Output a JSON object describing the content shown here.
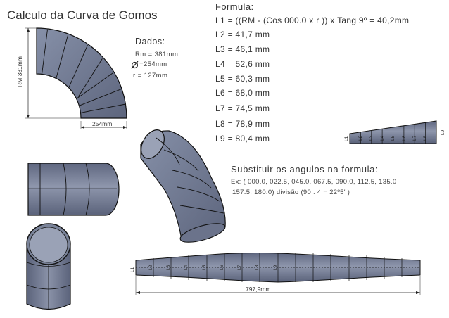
{
  "title": "Calculo da Curva de Gomos",
  "dados": {
    "heading": "Dados:",
    "rm": "Rm = 381mm",
    "phi": "=254mm",
    "r": "r = 127mm"
  },
  "formula": {
    "heading": "Formula:",
    "lines": [
      "L1 = ((RM - (Cos 000.0 x r )) x Tang 9º = 40,2mm",
      "L2 = 41,7 mm",
      "L3 = 46,1 mm",
      "L4 = 52,6 mm",
      "L5 = 60,3 mm",
      "L6 = 68,0 mm",
      "L7 = 74,5 mm",
      "L8 = 78,9 mm",
      "L9 = 80,4 mm"
    ]
  },
  "substituir": {
    "heading": "Substituir os angulos na formula:",
    "line1": "Ex: ( 000.0, 022.5, 045.0, 067.5, 090.0, 112.5, 135.0",
    "line2": "157.5, 180.0) divisão (90 : 4 = 22º5' )"
  },
  "elbow_dims": {
    "rm_label": "RM 381mm",
    "width_label": "254mm"
  },
  "template_small": {
    "labels": [
      "L1",
      "L2",
      "L3",
      "L4",
      "L5",
      "L6",
      "L7",
      "L8",
      "L9"
    ]
  },
  "template_large": {
    "labels": [
      "L1",
      "L2",
      "L3",
      "L4",
      "L5",
      "L6",
      "L7",
      "L8",
      "L9"
    ],
    "length_label": "797,9mm"
  },
  "colors": {
    "metal": "#6f7891",
    "metal_light": "#8d95ab",
    "metal_dark": "#505870",
    "outline": "#1a1a1a"
  }
}
